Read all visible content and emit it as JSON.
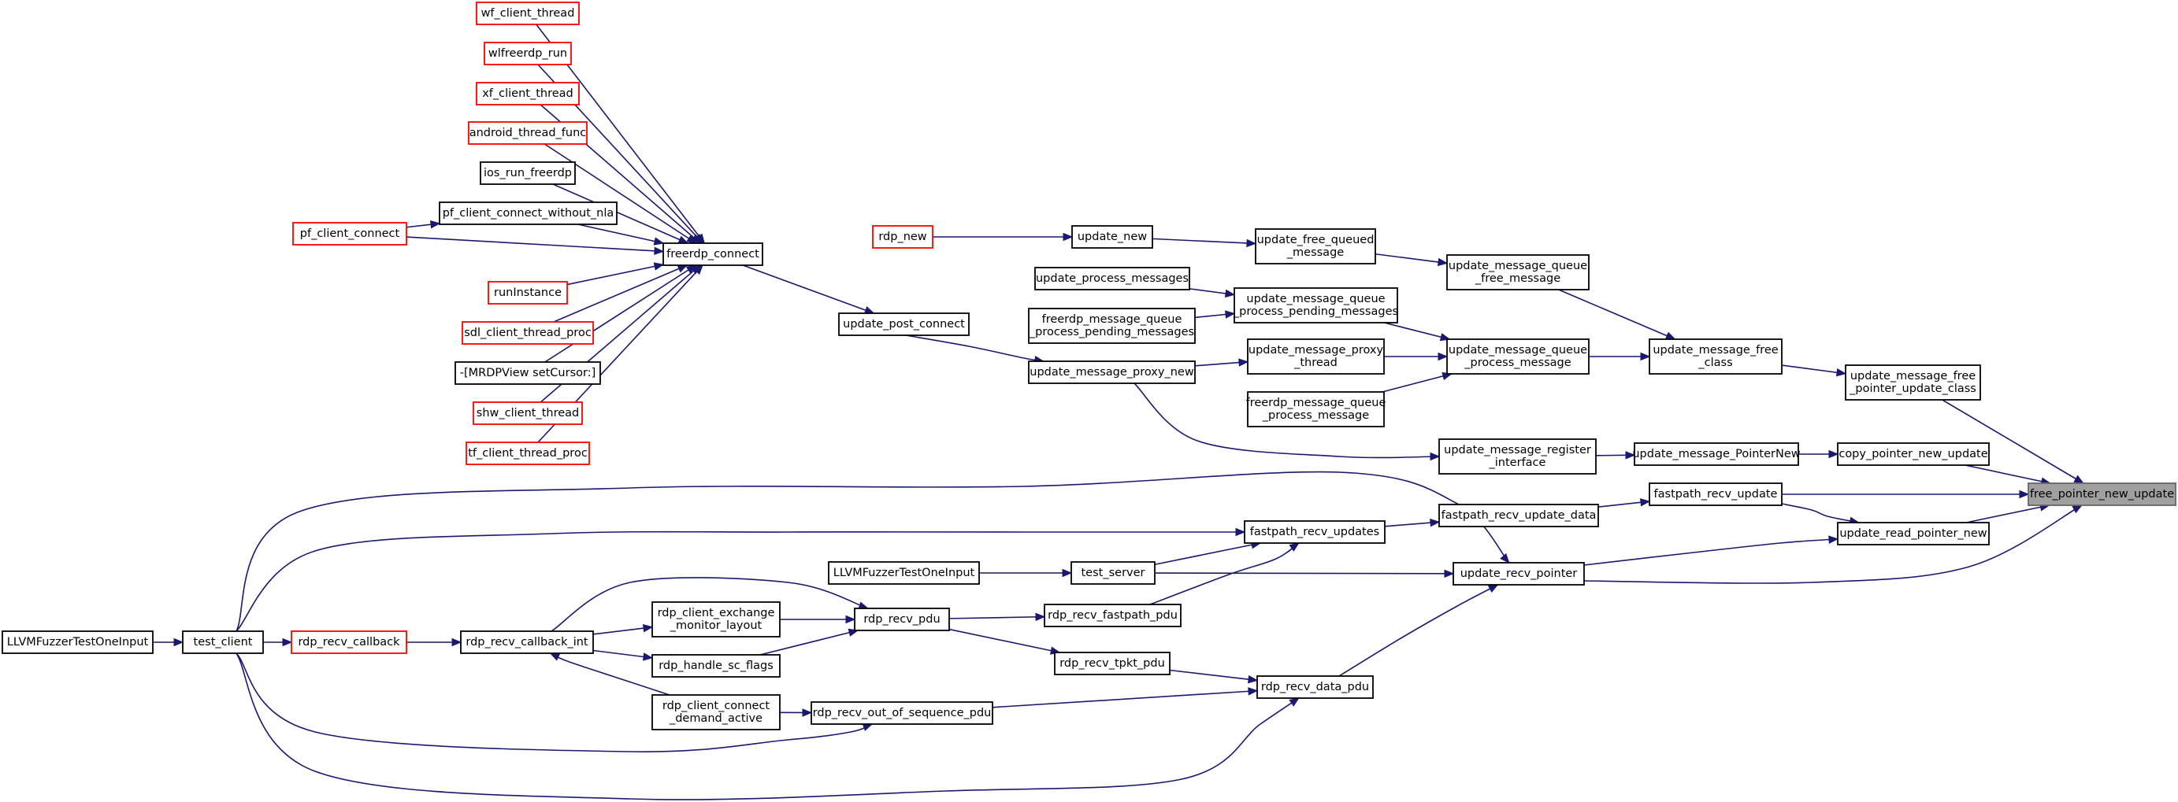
{
  "diagram": {
    "root": "free_pointer_new_update",
    "colors": {
      "edge": "#191970",
      "node_border": "#000000",
      "truncated_node_border": "#ff0000",
      "root_fill": "#a0a0a0"
    },
    "nodes": [
      {
        "id": "free_pointer_new_update",
        "lines": [
          "free_pointer_new_update"
        ],
        "style": "root"
      },
      {
        "id": "update_message_free_pointer_update_class",
        "lines": [
          "update_message_free",
          "_pointer_update_class"
        ],
        "style": "black"
      },
      {
        "id": "copy_pointer_new_update",
        "lines": [
          "copy_pointer_new_update"
        ],
        "style": "black"
      },
      {
        "id": "fastpath_recv_update",
        "lines": [
          "fastpath_recv_update"
        ],
        "style": "black"
      },
      {
        "id": "update_read_pointer_new",
        "lines": [
          "update_read_pointer_new"
        ],
        "style": "black"
      },
      {
        "id": "update_message_free_class",
        "lines": [
          "update_message_free",
          "_class"
        ],
        "style": "black"
      },
      {
        "id": "update_message_PointerNew",
        "lines": [
          "update_message_PointerNew"
        ],
        "style": "black"
      },
      {
        "id": "fastpath_recv_update_data",
        "lines": [
          "fastpath_recv_update_data"
        ],
        "style": "black"
      },
      {
        "id": "update_recv_pointer",
        "lines": [
          "update_recv_pointer"
        ],
        "style": "black"
      },
      {
        "id": "update_message_queue_free_message",
        "lines": [
          "update_message_queue",
          "_free_message"
        ],
        "style": "black"
      },
      {
        "id": "update_message_queue_process_message",
        "lines": [
          "update_message_queue",
          "_process_message"
        ],
        "style": "black"
      },
      {
        "id": "update_message_register_interface",
        "lines": [
          "update_message_register",
          "_interface"
        ],
        "style": "black"
      },
      {
        "id": "update_free_queued_message",
        "lines": [
          "update_free_queued",
          "_message"
        ],
        "style": "black"
      },
      {
        "id": "update_message_queue_process_pending_messages",
        "lines": [
          "update_message_queue",
          "_process_pending_messages"
        ],
        "style": "black"
      },
      {
        "id": "update_message_proxy_thread",
        "lines": [
          "update_message_proxy",
          "_thread"
        ],
        "style": "black"
      },
      {
        "id": "freerdp_message_queue_process_message",
        "lines": [
          "freerdp_message_queue",
          "_process_message"
        ],
        "style": "black"
      },
      {
        "id": "update_new",
        "lines": [
          "update_new"
        ],
        "style": "black"
      },
      {
        "id": "rdp_new",
        "lines": [
          "rdp_new"
        ],
        "style": "red"
      },
      {
        "id": "update_process_messages",
        "lines": [
          "update_process_messages"
        ],
        "style": "black"
      },
      {
        "id": "freerdp_message_queue_process_pending_messages",
        "lines": [
          "freerdp_message_queue",
          "_process_pending_messages"
        ],
        "style": "black"
      },
      {
        "id": "update_message_proxy_new",
        "lines": [
          "update_message_proxy_new"
        ],
        "style": "black"
      },
      {
        "id": "update_post_connect",
        "lines": [
          "update_post_connect"
        ],
        "style": "black"
      },
      {
        "id": "freerdp_connect",
        "lines": [
          "freerdp_connect"
        ],
        "style": "black"
      },
      {
        "id": "wf_client_thread",
        "lines": [
          "wf_client_thread"
        ],
        "style": "red"
      },
      {
        "id": "wlfreerdp_run",
        "lines": [
          "wlfreerdp_run"
        ],
        "style": "red"
      },
      {
        "id": "xf_client_thread",
        "lines": [
          "xf_client_thread"
        ],
        "style": "red"
      },
      {
        "id": "android_thread_func",
        "lines": [
          "android_thread_func"
        ],
        "style": "red"
      },
      {
        "id": "ios_run_freerdp",
        "lines": [
          "ios_run_freerdp"
        ],
        "style": "black"
      },
      {
        "id": "pf_client_connect_without_nla",
        "lines": [
          "pf_client_connect_without_nla"
        ],
        "style": "black"
      },
      {
        "id": "pf_client_connect",
        "lines": [
          "pf_client_connect"
        ],
        "style": "red"
      },
      {
        "id": "runInstance",
        "lines": [
          "runInstance"
        ],
        "style": "red"
      },
      {
        "id": "sdl_client_thread_proc",
        "lines": [
          "sdl_client_thread_proc"
        ],
        "style": "red"
      },
      {
        "id": "mrdpview_setcursor",
        "lines": [
          "-[MRDPView setCursor:]"
        ],
        "style": "black"
      },
      {
        "id": "shw_client_thread",
        "lines": [
          "shw_client_thread"
        ],
        "style": "red"
      },
      {
        "id": "tf_client_thread_proc",
        "lines": [
          "tf_client_thread_proc"
        ],
        "style": "red"
      },
      {
        "id": "fastpath_recv_updates",
        "lines": [
          "fastpath_recv_updates"
        ],
        "style": "black"
      },
      {
        "id": "test_server",
        "lines": [
          "test_server"
        ],
        "style": "black"
      },
      {
        "id": "LLVMFuzzerTestOneInput_server",
        "lines": [
          "LLVMFuzzerTestOneInput"
        ],
        "style": "black"
      },
      {
        "id": "rdp_recv_fastpath_pdu",
        "lines": [
          "rdp_recv_fastpath_pdu"
        ],
        "style": "black"
      },
      {
        "id": "rdp_recv_pdu",
        "lines": [
          "rdp_recv_pdu"
        ],
        "style": "black"
      },
      {
        "id": "rdp_client_exchange_monitor_layout",
        "lines": [
          "rdp_client_exchange",
          "_monitor_layout"
        ],
        "style": "black"
      },
      {
        "id": "rdp_handle_sc_flags",
        "lines": [
          "rdp_handle_sc_flags"
        ],
        "style": "black"
      },
      {
        "id": "rdp_recv_callback_int",
        "lines": [
          "rdp_recv_callback_int"
        ],
        "style": "black"
      },
      {
        "id": "rdp_recv_callback",
        "lines": [
          "rdp_recv_callback"
        ],
        "style": "red"
      },
      {
        "id": "test_client",
        "lines": [
          "test_client"
        ],
        "style": "black"
      },
      {
        "id": "LLVMFuzzerTestOneInput_client",
        "lines": [
          "LLVMFuzzerTestOneInput"
        ],
        "style": "black"
      },
      {
        "id": "rdp_recv_tpkt_pdu",
        "lines": [
          "rdp_recv_tpkt_pdu"
        ],
        "style": "black"
      },
      {
        "id": "rdp_recv_data_pdu",
        "lines": [
          "rdp_recv_data_pdu"
        ],
        "style": "black"
      },
      {
        "id": "rdp_recv_out_of_sequence_pdu",
        "lines": [
          "rdp_recv_out_of_sequence_pdu"
        ],
        "style": "black"
      },
      {
        "id": "rdp_client_connect_demand_active",
        "lines": [
          "rdp_client_connect",
          "_demand_active"
        ],
        "style": "black"
      }
    ],
    "edges": [
      {
        "from": "update_message_free_pointer_update_class",
        "to": "free_pointer_new_update"
      },
      {
        "from": "copy_pointer_new_update",
        "to": "free_pointer_new_update"
      },
      {
        "from": "fastpath_recv_update",
        "to": "free_pointer_new_update"
      },
      {
        "from": "update_read_pointer_new",
        "to": "free_pointer_new_update"
      },
      {
        "from": "update_recv_pointer",
        "to": "free_pointer_new_update"
      },
      {
        "from": "update_message_free_class",
        "to": "update_message_free_pointer_update_class"
      },
      {
        "from": "update_message_PointerNew",
        "to": "copy_pointer_new_update"
      },
      {
        "from": "fastpath_recv_update_data",
        "to": "fastpath_recv_update"
      },
      {
        "from": "fastpath_recv_update",
        "to": "update_read_pointer_new"
      },
      {
        "from": "update_recv_pointer",
        "to": "update_read_pointer_new"
      },
      {
        "from": "update_message_queue_free_message",
        "to": "update_message_free_class"
      },
      {
        "from": "update_message_queue_process_message",
        "to": "update_message_free_class"
      },
      {
        "from": "update_message_register_interface",
        "to": "update_message_PointerNew"
      },
      {
        "from": "fastpath_recv_updates",
        "to": "fastpath_recv_update_data"
      },
      {
        "from": "test_client",
        "to": "update_recv_pointer"
      },
      {
        "from": "test_server",
        "to": "update_recv_pointer"
      },
      {
        "from": "rdp_recv_data_pdu",
        "to": "update_recv_pointer"
      },
      {
        "from": "update_free_queued_message",
        "to": "update_message_queue_free_message"
      },
      {
        "from": "update_message_queue_process_pending_messages",
        "to": "update_message_queue_process_message"
      },
      {
        "from": "update_message_proxy_thread",
        "to": "update_message_queue_process_message"
      },
      {
        "from": "freerdp_message_queue_process_message",
        "to": "update_message_queue_process_message"
      },
      {
        "from": "update_message_proxy_new",
        "to": "update_message_register_interface"
      },
      {
        "from": "update_new",
        "to": "update_free_queued_message"
      },
      {
        "from": "rdp_new",
        "to": "update_new"
      },
      {
        "from": "update_process_messages",
        "to": "update_message_queue_process_pending_messages"
      },
      {
        "from": "freerdp_message_queue_process_pending_messages",
        "to": "update_message_queue_process_pending_messages"
      },
      {
        "from": "update_message_proxy_new",
        "to": "update_message_proxy_thread"
      },
      {
        "from": "update_post_connect",
        "to": "update_message_proxy_new"
      },
      {
        "from": "freerdp_connect",
        "to": "update_post_connect"
      },
      {
        "from": "wf_client_thread",
        "to": "freerdp_connect"
      },
      {
        "from": "wlfreerdp_run",
        "to": "freerdp_connect"
      },
      {
        "from": "xf_client_thread",
        "to": "freerdp_connect"
      },
      {
        "from": "android_thread_func",
        "to": "freerdp_connect"
      },
      {
        "from": "ios_run_freerdp",
        "to": "freerdp_connect"
      },
      {
        "from": "pf_client_connect_without_nla",
        "to": "freerdp_connect"
      },
      {
        "from": "pf_client_connect",
        "to": "freerdp_connect"
      },
      {
        "from": "runInstance",
        "to": "freerdp_connect"
      },
      {
        "from": "sdl_client_thread_proc",
        "to": "freerdp_connect"
      },
      {
        "from": "mrdpview_setcursor",
        "to": "freerdp_connect"
      },
      {
        "from": "shw_client_thread",
        "to": "freerdp_connect"
      },
      {
        "from": "tf_client_thread_proc",
        "to": "freerdp_connect"
      },
      {
        "from": "pf_client_connect",
        "to": "pf_client_connect_without_nla"
      },
      {
        "from": "test_client",
        "to": "fastpath_recv_updates"
      },
      {
        "from": "test_server",
        "to": "fastpath_recv_updates"
      },
      {
        "from": "rdp_recv_fastpath_pdu",
        "to": "fastpath_recv_updates"
      },
      {
        "from": "LLVMFuzzerTestOneInput_server",
        "to": "test_server"
      },
      {
        "from": "rdp_recv_pdu",
        "to": "rdp_recv_fastpath_pdu"
      },
      {
        "from": "rdp_recv_callback_int",
        "to": "rdp_recv_pdu"
      },
      {
        "from": "rdp_client_exchange_monitor_layout",
        "to": "rdp_recv_pdu"
      },
      {
        "from": "rdp_handle_sc_flags",
        "to": "rdp_recv_pdu"
      },
      {
        "from": "rdp_recv_callback_int",
        "to": "rdp_client_exchange_monitor_layout"
      },
      {
        "from": "rdp_recv_callback_int",
        "to": "rdp_handle_sc_flags"
      },
      {
        "from": "rdp_recv_callback",
        "to": "rdp_recv_callback_int"
      },
      {
        "from": "rdp_client_connect_demand_active",
        "to": "rdp_recv_callback_int"
      },
      {
        "from": "test_client",
        "to": "rdp_recv_callback"
      },
      {
        "from": "LLVMFuzzerTestOneInput_client",
        "to": "test_client"
      },
      {
        "from": "rdp_recv_pdu",
        "to": "rdp_recv_tpkt_pdu"
      },
      {
        "from": "rdp_recv_tpkt_pdu",
        "to": "rdp_recv_data_pdu"
      },
      {
        "from": "rdp_recv_out_of_sequence_pdu",
        "to": "rdp_recv_data_pdu"
      },
      {
        "from": "test_client",
        "to": "rdp_recv_data_pdu"
      },
      {
        "from": "rdp_client_connect_demand_active",
        "to": "rdp_recv_out_of_sequence_pdu"
      },
      {
        "from": "test_client",
        "to": "rdp_recv_out_of_sequence_pdu"
      }
    ]
  }
}
